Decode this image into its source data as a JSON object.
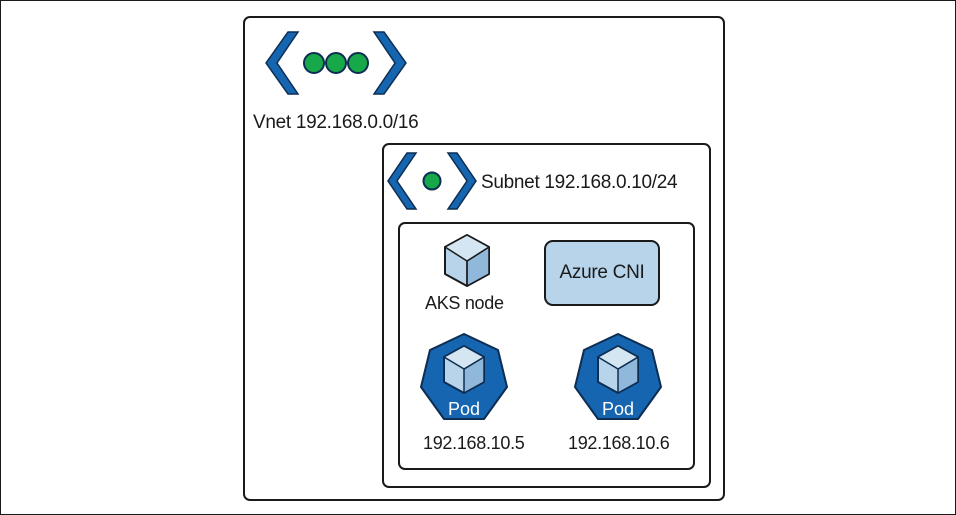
{
  "vnet": {
    "label": "Vnet 192.168.0.0/16",
    "icon": "vnet-icon"
  },
  "subnet": {
    "label": "Subnet 192.168.0.10/24",
    "icon": "subnet-icon"
  },
  "node": {
    "label": "AKS node",
    "icon": "cube-icon"
  },
  "cni": {
    "label": "Azure CNI"
  },
  "pods": [
    {
      "label": "Pod",
      "ip": "192.168.10.5",
      "icon": "pod-heptagon-icon"
    },
    {
      "label": "Pod",
      "ip": "192.168.10.6",
      "icon": "pod-heptagon-icon"
    }
  ],
  "colors": {
    "network_blue": "#1565b0",
    "dot_green": "#17a84a",
    "cube_light": "#b7d4ea",
    "cube_mid": "#8fb8da",
    "pod_blue": "#1565b0"
  }
}
